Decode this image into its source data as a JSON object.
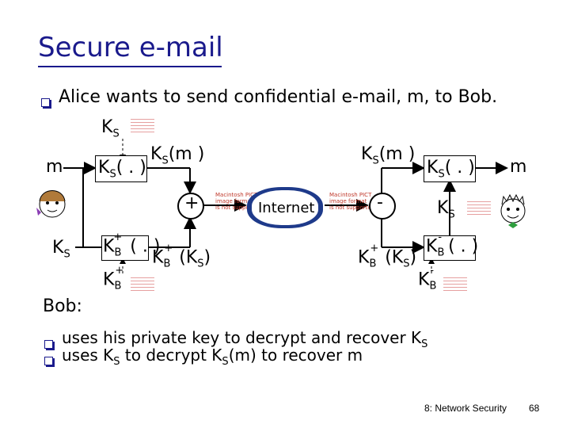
{
  "title": "Secure e-mail",
  "intro": "Alice wants to send confidential e-mail, m, to Bob.",
  "diagram": {
    "ks_top": "K",
    "ks_top_sub": "S",
    "m_left": "m",
    "ks_left": "K",
    "ks_left_sub": "S",
    "enc_sym": {
      "k": "K",
      "sub": "S",
      "arg": "( . )"
    },
    "enc_pub": {
      "k": "K",
      "sub": "B",
      "sup": "+",
      "arg": "( . )"
    },
    "kb_plus": {
      "k": "K",
      "sub": "B",
      "sup": "+"
    },
    "ksm_top_left": "K",
    "ksm_top_left_sub": "S",
    "ksm_top_left_rest": "(m )",
    "kbks_left": "K",
    "kbks_left_sub": "B",
    "kbks_left_sup": "+",
    "kbks_left_rest": "(K",
    "kbks_left_rest_sub": "S",
    "kbks_left_close": ")",
    "plus_op": "+",
    "internet": "Internet",
    "minus_op": "-",
    "ksm_top_right": "K",
    "ksm_top_right_sub": "S",
    "ksm_top_right_rest": "(m )",
    "kbks_right": "K",
    "kbks_right_sub": "B",
    "kbks_right_sup": "+",
    "kbks_right_rest": "(K",
    "kbks_right_rest_sub": "S",
    "kbks_right_close": ")",
    "dec_sym": {
      "k": "K",
      "sub": "S",
      "arg": "( . )"
    },
    "dec_priv": {
      "k": "K",
      "sub": "B",
      "sup": "-",
      "arg": "( . )"
    },
    "ks_right": "K",
    "ks_right_sub": "S",
    "kb_minus": {
      "k": "K",
      "sub": "B",
      "sup": "-"
    },
    "m_right": "m",
    "pict_label": "Macintosh PICT\nimage format\nis not supported"
  },
  "bob": {
    "heading": "Bob:",
    "line1_pre": "uses his private key to decrypt and recover K",
    "line1_sub": "S",
    "line2_a": "uses K",
    "line2_a_sub": "S",
    "line2_b": " to decrypt K",
    "line2_b_sub": "S",
    "line2_c": "(m) to recover m"
  },
  "footer": {
    "left": "8: Network Security",
    "page": "68"
  },
  "colors": {
    "title": "#1a1a8c",
    "accent": "#1e3a8a",
    "pict": "#c0392b"
  }
}
